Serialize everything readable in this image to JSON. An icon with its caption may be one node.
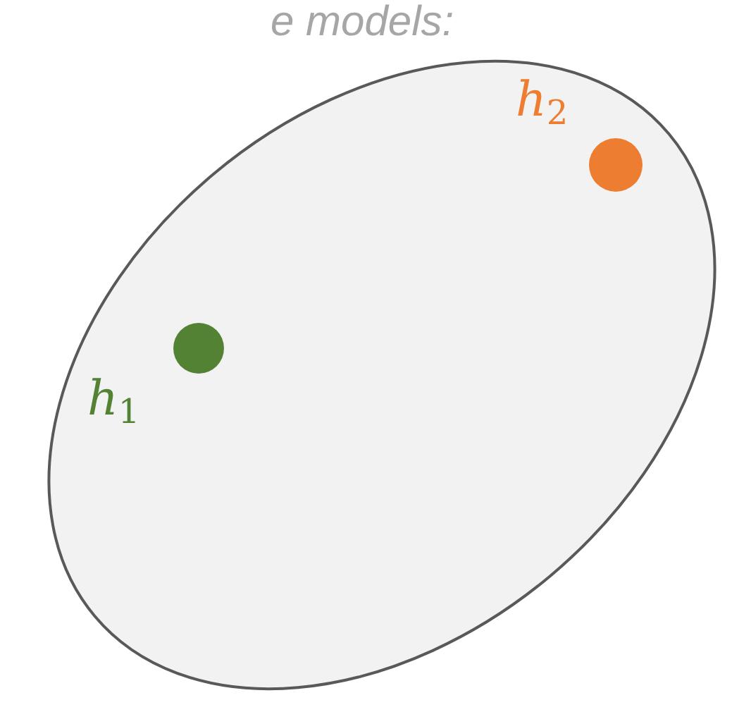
{
  "diagram": {
    "nodes": [
      {
        "text": [],
        "shape": "ellipse"
      },
      {
        "text": [],
        "shape": "circle",
        "in": 0,
        "beside": [
          "*h*$_{1}$"
        ]
      },
      {
        "text": [],
        "shape": "circle",
        "in": 0,
        "beside": [
          "*h*$_{2}$"
        ]
      }
    ],
    "labels": [
      "e models:"
    ]
  }
}
